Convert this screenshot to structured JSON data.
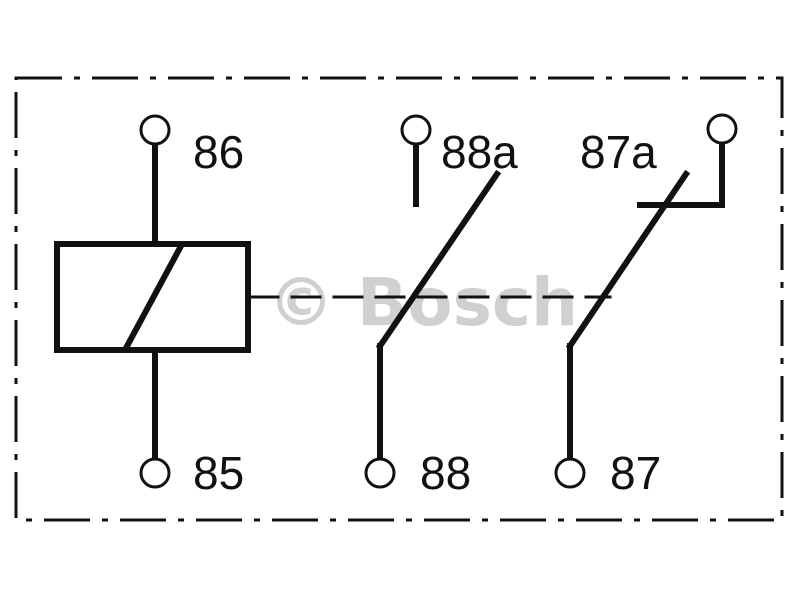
{
  "colors": {
    "ink": "#111111",
    "watermark": "#c8c8c8",
    "background": "#ffffff"
  },
  "terminals": {
    "t86": "86",
    "t85": "85",
    "t88a": "88a",
    "t88": "88",
    "t87a": "87a",
    "t87": "87"
  },
  "watermark": {
    "text": "© Bosch"
  }
}
